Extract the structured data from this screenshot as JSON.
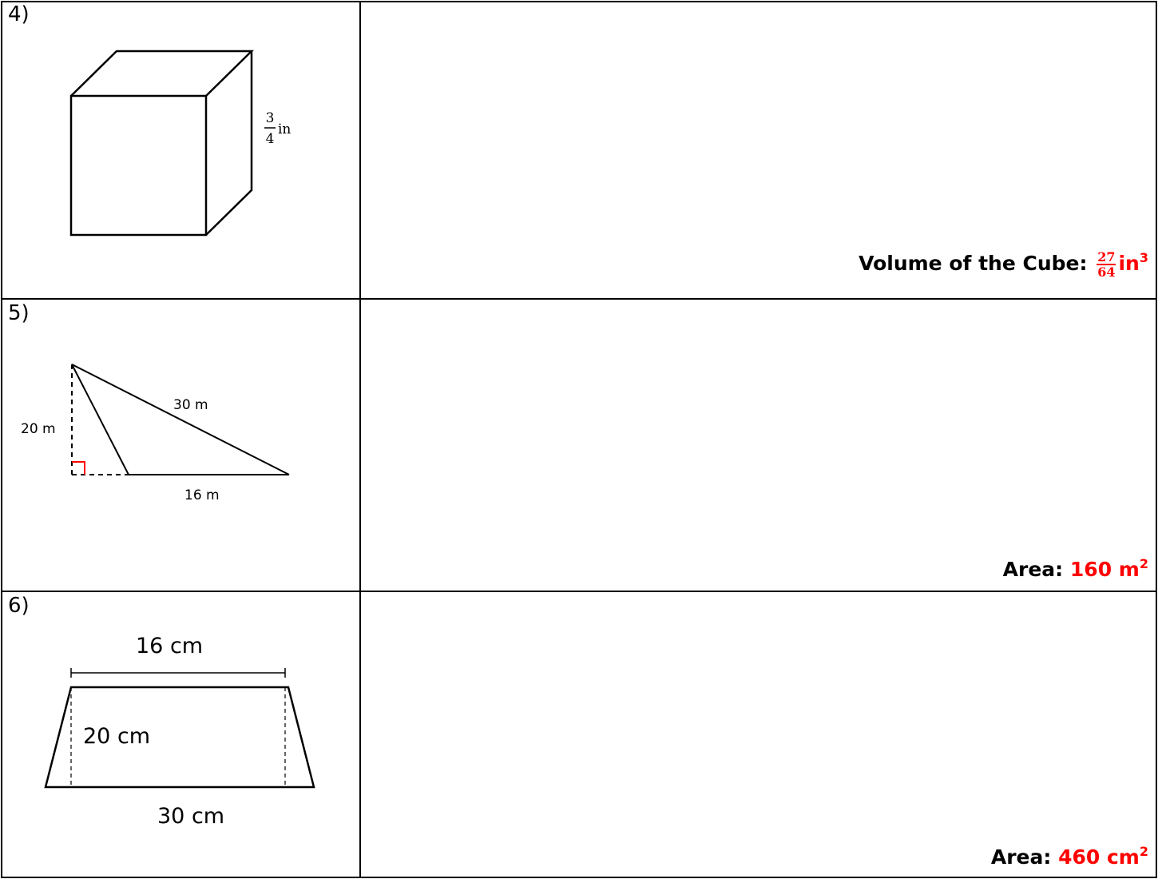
{
  "problems": [
    {
      "number": "4)",
      "figure": {
        "side_label_num": "3",
        "side_label_den": "4",
        "side_label_unit": "in"
      },
      "answer": {
        "label": "Volume of the Cube:",
        "value_num": "27",
        "value_den": "64",
        "unit": "in",
        "exponent": "3"
      }
    },
    {
      "number": "5)",
      "figure": {
        "height_label": "20 m",
        "side_label": "30 m",
        "base_label": "16 m"
      },
      "answer": {
        "label": "Area:",
        "value": "160 m",
        "exponent": "2"
      }
    },
    {
      "number": "6)",
      "figure": {
        "top_label": "16 cm",
        "height_label": "20 cm",
        "bottom_label": "30 cm"
      },
      "answer": {
        "label": "Area:",
        "value": "460 cm",
        "exponent": "2"
      }
    }
  ],
  "colors": {
    "accent": "#ff0000",
    "line": "#000000"
  }
}
